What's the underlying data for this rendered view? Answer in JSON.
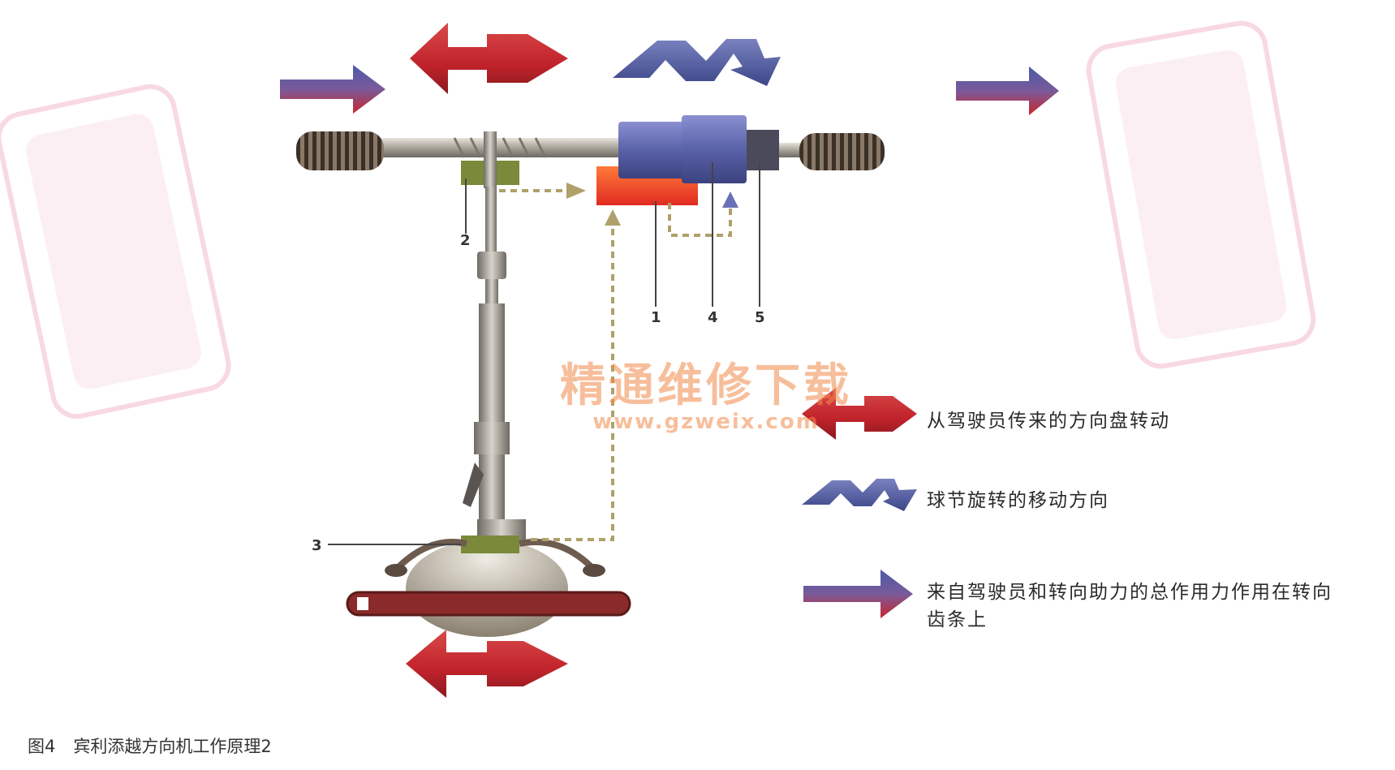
{
  "diagram": {
    "part_labels": [
      "1",
      "2",
      "3",
      "4",
      "5"
    ],
    "legend": [
      {
        "icon": "double-headed-red-arrow-icon",
        "text": "从驾驶员传来的方向盘转动"
      },
      {
        "icon": "zigzag-arrow-icon",
        "text": "球节旋转的移动方向"
      },
      {
        "icon": "blue-red-arrow-icon",
        "text_line1": "来自驾驶员和转向助力的总作用力作用在转向",
        "text_line2": "齿条上"
      }
    ]
  },
  "caption": {
    "figure_no": "图4",
    "title": "宾利添越方向机工作原理2"
  },
  "watermark": {
    "title": "精通维修下载",
    "url": "www.gzweix.com"
  },
  "colors": {
    "red_arrow": "#c8262c",
    "blue_arrow": "#5a66a8",
    "motor": "#6a70b8",
    "ecu": "#f0552a",
    "rack": "#b8b4aa"
  }
}
